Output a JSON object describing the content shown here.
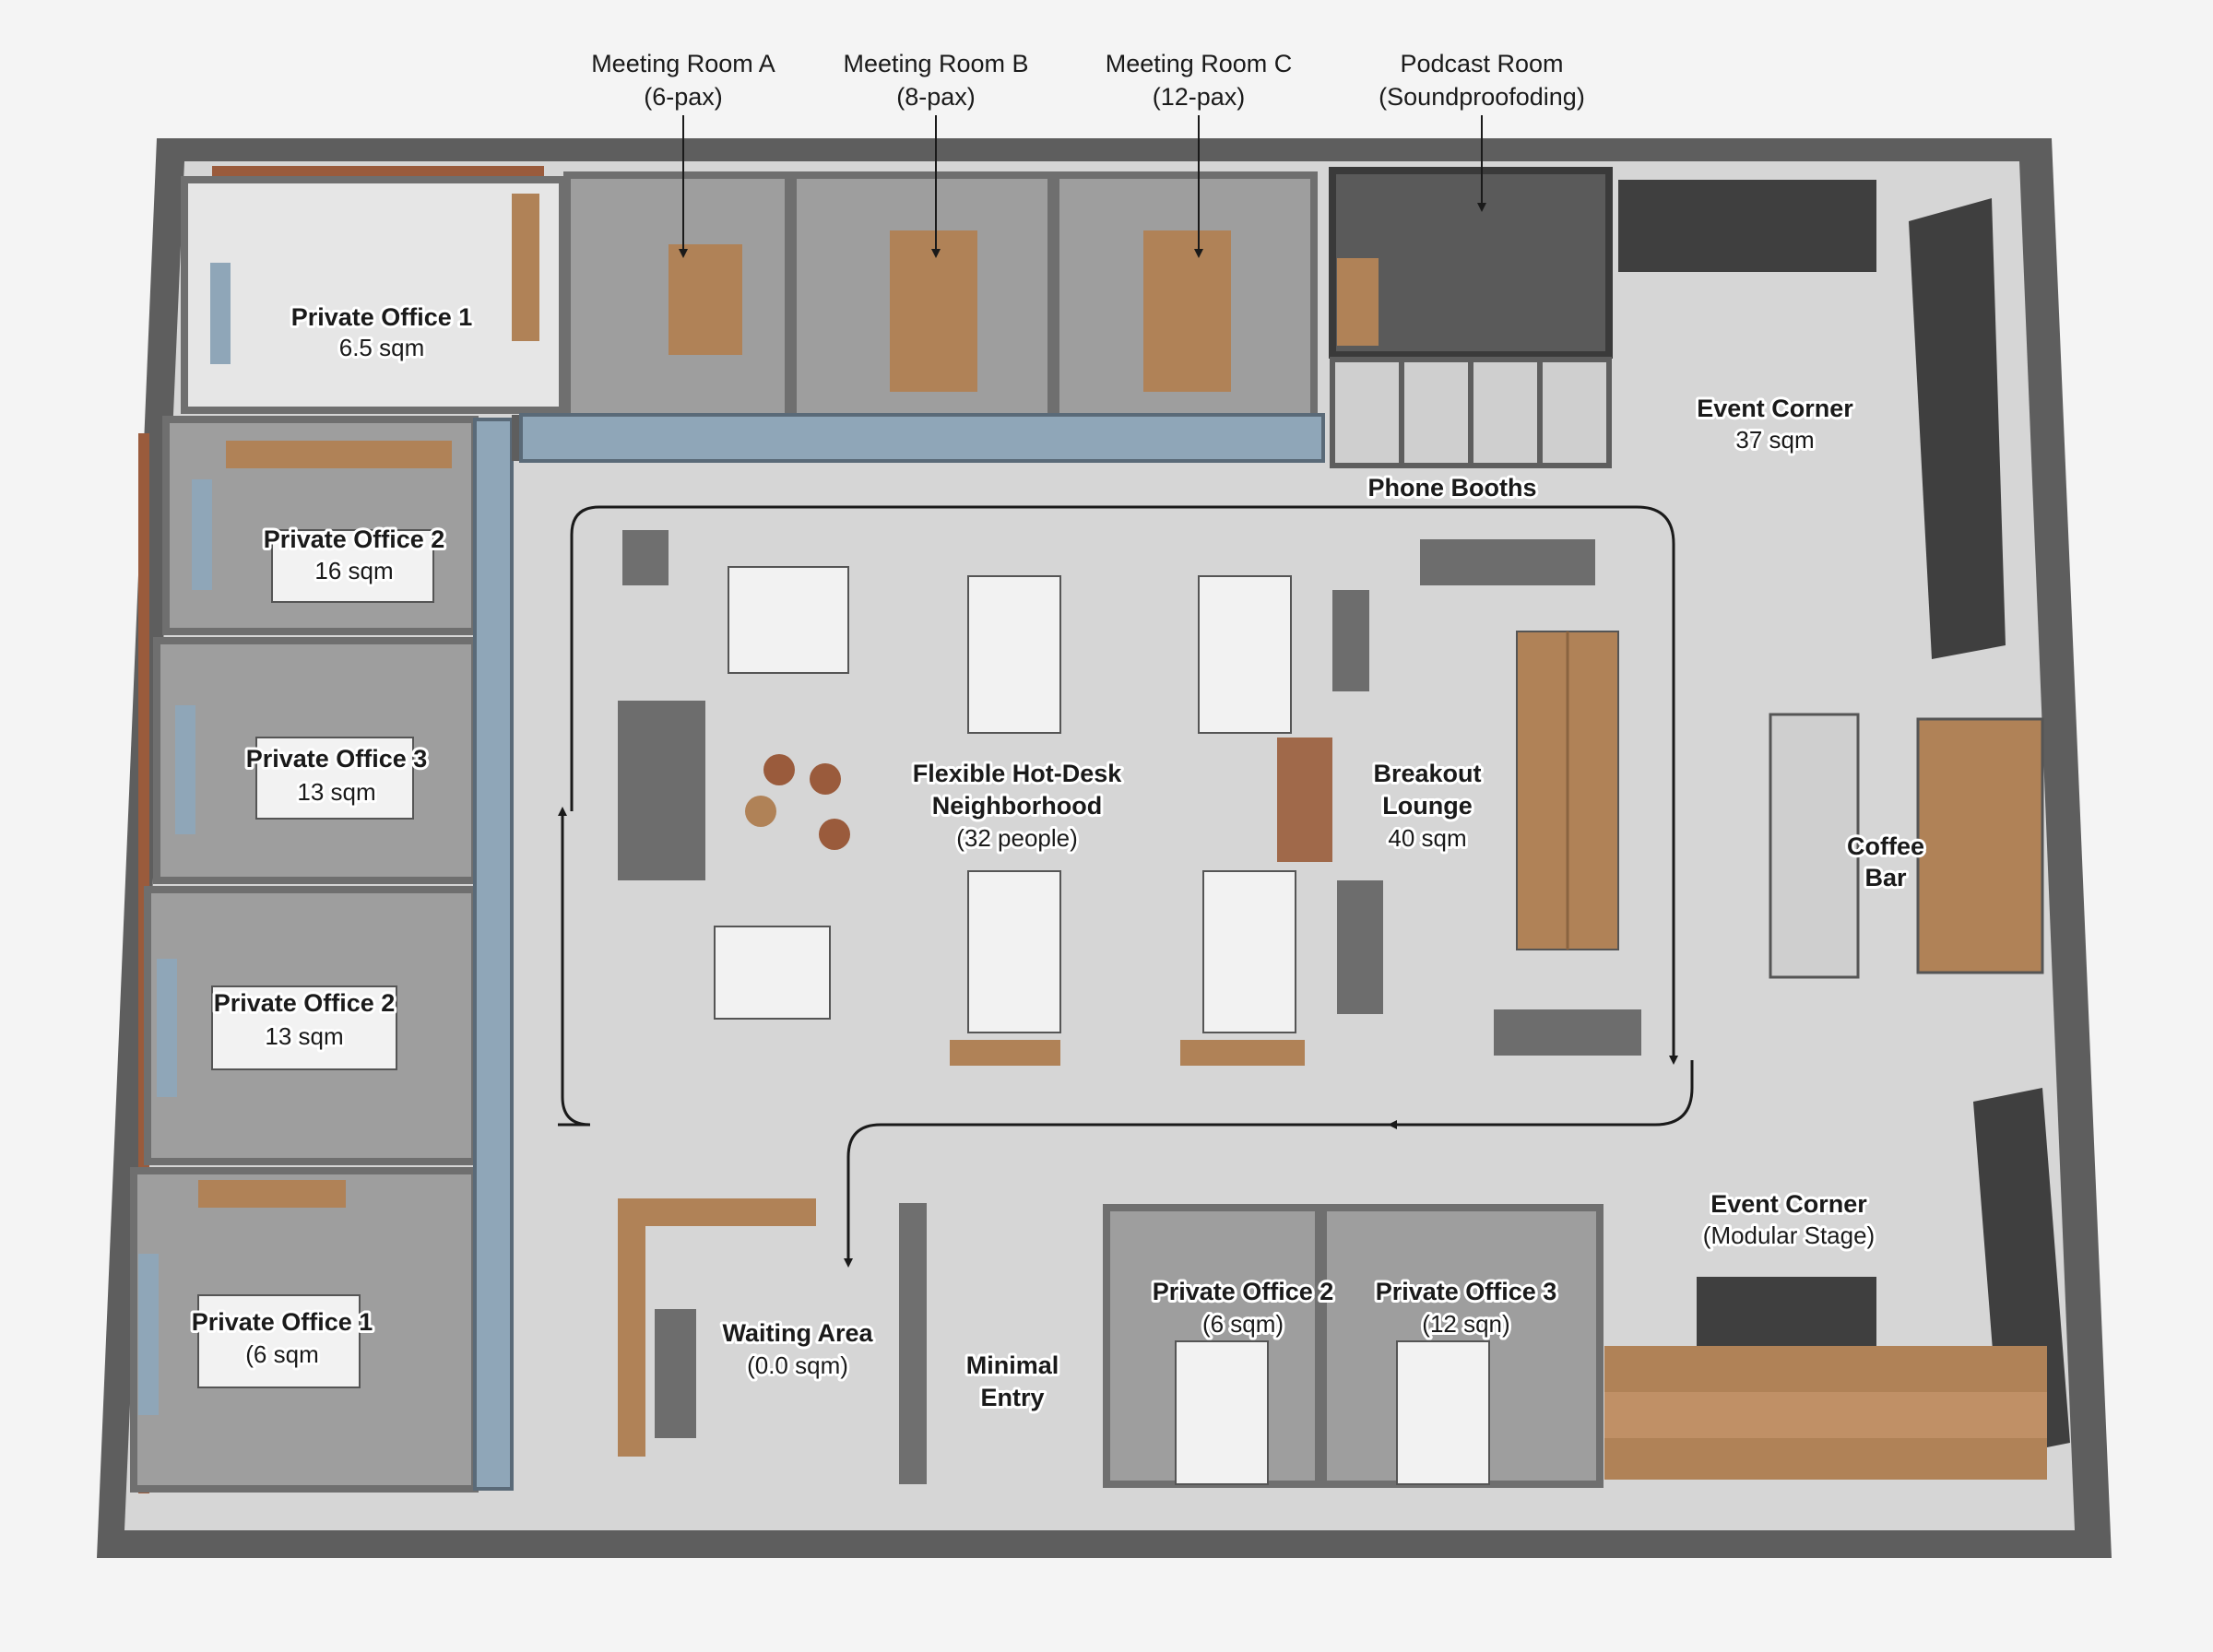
{
  "colors": {
    "floor": "#d6d6d6",
    "room_floor": "#9e9e9e",
    "wall": "#6f6f6f",
    "glass": "#8fa6b8",
    "wood": "#b08257",
    "desk": "#f2f2f2",
    "chair": "#3a3a3a",
    "sofa": "#6d6d6d",
    "arrow": "#1a1a1a"
  },
  "callouts": {
    "meeting_a": {
      "name": "Meeting Room A",
      "detail": "(6-pax)"
    },
    "meeting_b": {
      "name": "Meeting Room B",
      "detail": "(8-pax)"
    },
    "meeting_c": {
      "name": "Meeting Room C",
      "detail": "(12-pax)"
    },
    "podcast": {
      "name": "Podcast Room",
      "detail": "(Soundproofoding)"
    }
  },
  "rooms": {
    "private_office_1_top": {
      "name": "Private Office 1",
      "size": "6.5 sqm"
    },
    "private_office_2_left": {
      "name": "Private Office 2",
      "size": "16 sqm"
    },
    "private_office_3_left": {
      "name": "Private Office 3",
      "size": "13 sqm"
    },
    "private_office_2_lower": {
      "name": "Private Office 2",
      "size": "13 sqm"
    },
    "private_office_1_bottom": {
      "name": "Private Office 1",
      "size": "(6 sqm"
    },
    "phone_booths": {
      "name": "Phone Booths"
    },
    "event_corner_top": {
      "name": "Event Corner",
      "size": "37 sqm"
    },
    "hot_desk": {
      "line1": "Flexible Hot-Desk",
      "line2": "Neighborhood",
      "size": "(32 people)"
    },
    "breakout": {
      "line1": "Breakout",
      "line2": "Lounge",
      "size": "40 sqm"
    },
    "coffee_bar": {
      "line1": "Coffee",
      "line2": "Bar"
    },
    "event_corner_bottom": {
      "name": "Event Corner",
      "size": "(Modular Stage)"
    },
    "waiting": {
      "name": "Waiting Area",
      "size": "(0.0 sqm)"
    },
    "entry": {
      "line1": "Minimal",
      "line2": "Entry"
    },
    "private_office_2_bottom": {
      "name": "Private Office 2",
      "size": "(6 sqm)"
    },
    "private_office_3_bottom": {
      "name": "Private Office 3",
      "size": "(12 sqn)"
    }
  }
}
